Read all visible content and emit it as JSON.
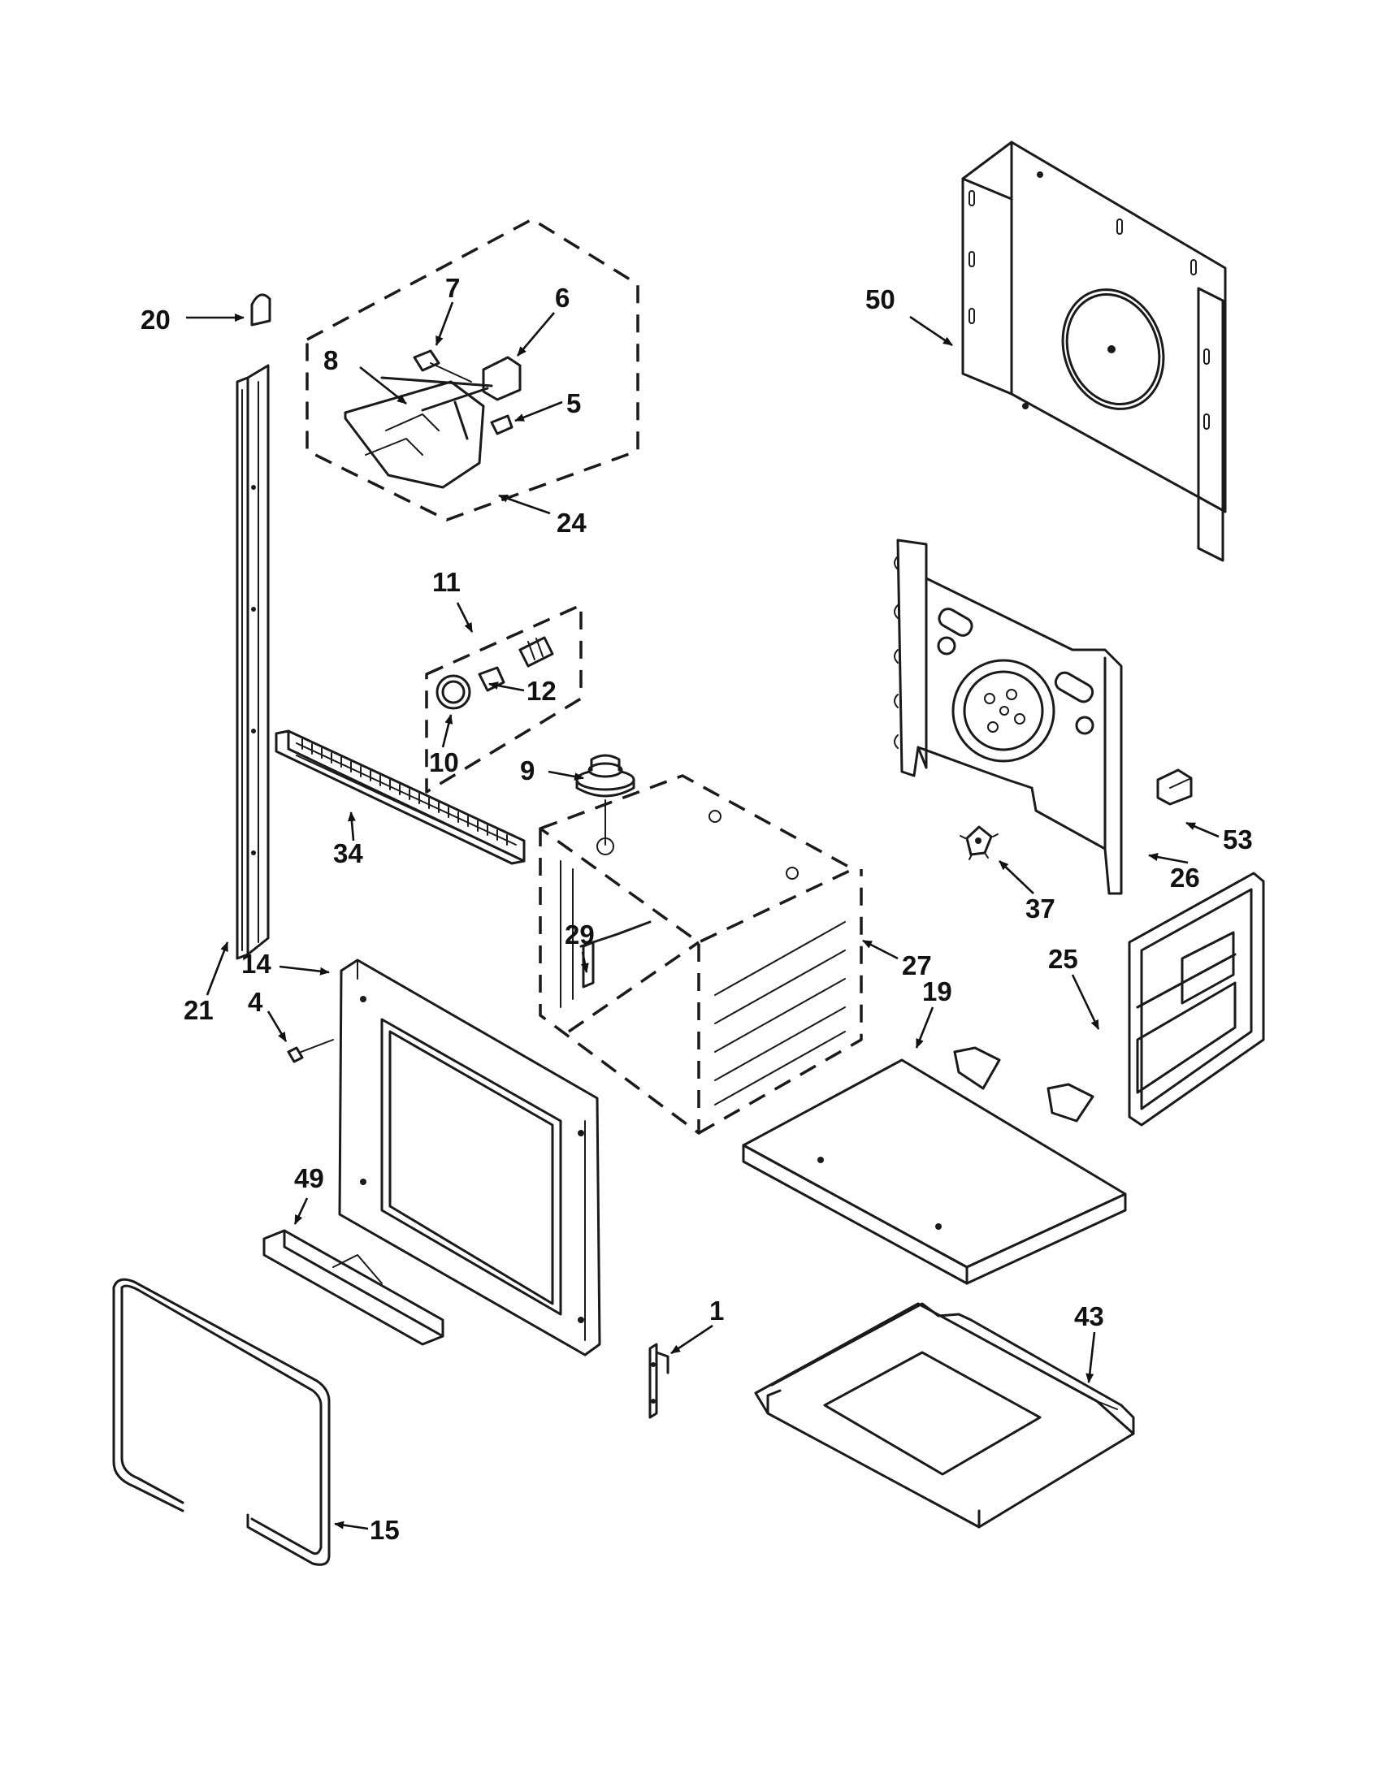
{
  "diagram": {
    "callouts": [
      "1",
      "4",
      "5",
      "6",
      "7",
      "8",
      "9",
      "10",
      "11",
      "12",
      "14",
      "15",
      "19",
      "20",
      "21",
      "24",
      "25",
      "26",
      "27",
      "29",
      "34",
      "37",
      "43",
      "49",
      "50",
      "53"
    ]
  },
  "colors": {
    "line": "#1a1a1a",
    "background": "#ffffff"
  }
}
